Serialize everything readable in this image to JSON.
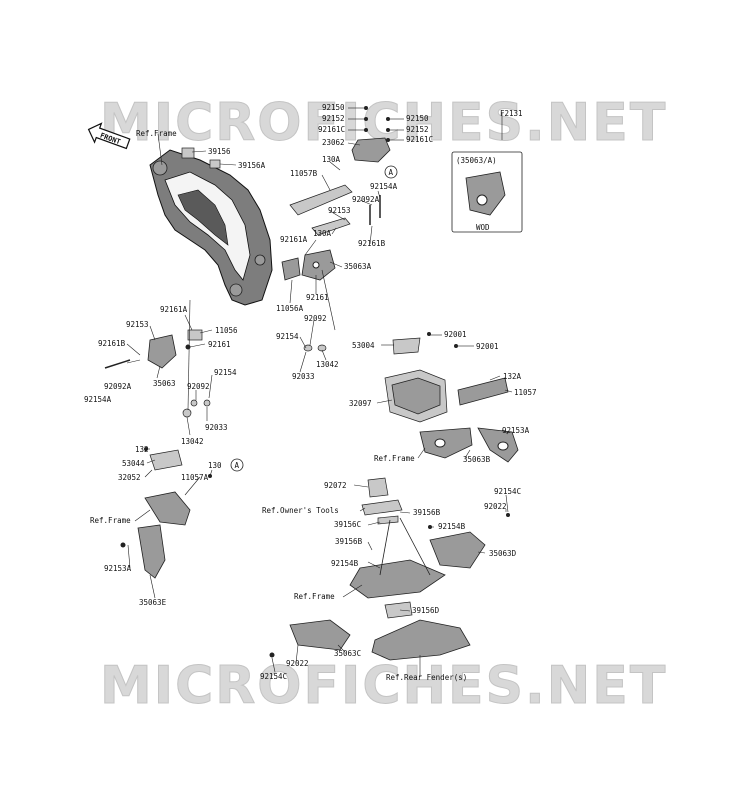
{
  "watermark": {
    "top": "MICROFICHES.NET",
    "bottom": "MICROFICHES.NET"
  },
  "front_label": "FRONT",
  "figure_code": "F2131",
  "inset": {
    "title": "(35063/A)",
    "note": "WOD"
  },
  "callouts": {
    "a_top": "A",
    "a_left": "A"
  },
  "labels": {
    "ref_frame_1": "Ref.Frame",
    "l_39156": "39156",
    "l_39156a": "39156A",
    "l_92150_a": "92150",
    "l_92152_a": "92152",
    "l_92161c_a": "92161C",
    "l_23062": "23062",
    "l_92150_b": "92150",
    "l_92152_b": "92152",
    "l_92161c_b": "92161C",
    "l_130a_1": "130A",
    "l_11057b": "11057B",
    "l_92154a_1": "92154A",
    "l_92092a_1": "92092A",
    "l_92153_1": "92153",
    "l_130a_2": "130A",
    "l_92161a_1": "92161A",
    "l_92161b_1": "92161B",
    "l_35063a": "35063A",
    "l_92161_1": "92161",
    "l_11056a": "11056A",
    "l_92092_1": "92092",
    "l_92154_1": "92154",
    "l_13042_1": "13042",
    "l_92033_1": "92033",
    "l_92161a_2": "92161A",
    "l_92153_2": "92153",
    "l_11056": "11056",
    "l_92161_2": "92161",
    "l_92161b_2": "92161B",
    "l_92092a_2": "92092A",
    "l_35063": "35063",
    "l_92154a_2": "92154A",
    "l_92154_2": "92154",
    "l_92092_2": "92092",
    "l_92033_2": "92033",
    "l_13042_2": "13042",
    "l_92001_1": "92001",
    "l_53004": "53004",
    "l_92001_2": "92001",
    "l_132a": "132A",
    "l_32097": "32097",
    "l_11057": "11057",
    "l_92153a_1": "92153A",
    "ref_frame_2": "Ref.Frame",
    "l_35063b": "35063B",
    "l_132": "132",
    "l_53044": "53044",
    "l_32052": "32052",
    "l_130": "130",
    "l_11057a": "11057A",
    "ref_frame_3": "Ref.Frame",
    "l_92153a_2": "92153A",
    "l_35063e": "35063E",
    "l_92072": "92072",
    "l_92154c_1": "92154C",
    "l_92022_1": "92022",
    "ref_owners_tools": "Ref.Owner's Tools",
    "l_39156b_1": "39156B",
    "l_39156c": "39156C",
    "l_92154b_1": "92154B",
    "l_39156b_2": "39156B",
    "l_35063d": "35063D",
    "l_92154b_2": "92154B",
    "ref_frame_4": "Ref.Frame",
    "l_39156d": "39156D",
    "l_92022_2": "92022",
    "l_35063c": "35063C",
    "l_92154c_2": "92154C",
    "ref_rear_fender": "Ref.Rear Fender(s)"
  }
}
